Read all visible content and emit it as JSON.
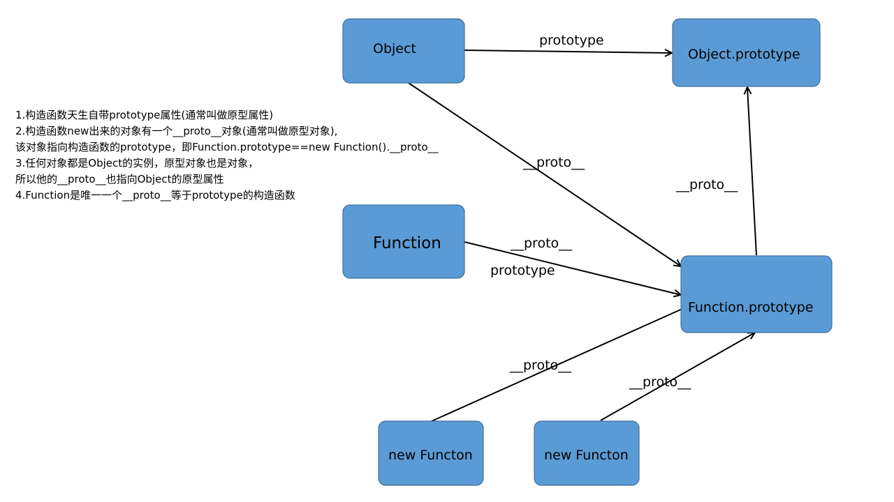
{
  "notes": [
    "1.构造函数天生自带prototype属性(通常叫做原型属性)",
    "2.构造函数new出来的对象有一个__proto__对象(通常叫做原型对象),",
    "该对象指向构造函数的prototype，即Function.prototype==new Function().__proto__",
    "3.任何对象都是Object的实例，原型对象也是对象，",
    "所以他的__proto__也指向Object的原型属性",
    "4.Function是唯一一个__proto__等于prototype的构造函数"
  ],
  "nodes": {
    "object": "Object",
    "object_prototype": "Object.prototype",
    "function": "Function",
    "function_prototype": "Function.prototype",
    "new_function_1": "new Functon",
    "new_function_2": "new Functon"
  },
  "edges": {
    "object_to_object_prototype": "prototype",
    "object_to_function_prototype": "__proto__",
    "function_prototype_to_object_prototype": "__proto__",
    "function_to_function_prototype_proto": "__proto__",
    "function_to_function_prototype_prototype": "prototype",
    "new_function_1_to_function_prototype": "__proto__",
    "new_function_2_to_function_prototype": "__proto__"
  },
  "colors": {
    "node_fill": "#5b9bd5",
    "node_border": "#41719c",
    "arrow": "#000000"
  }
}
